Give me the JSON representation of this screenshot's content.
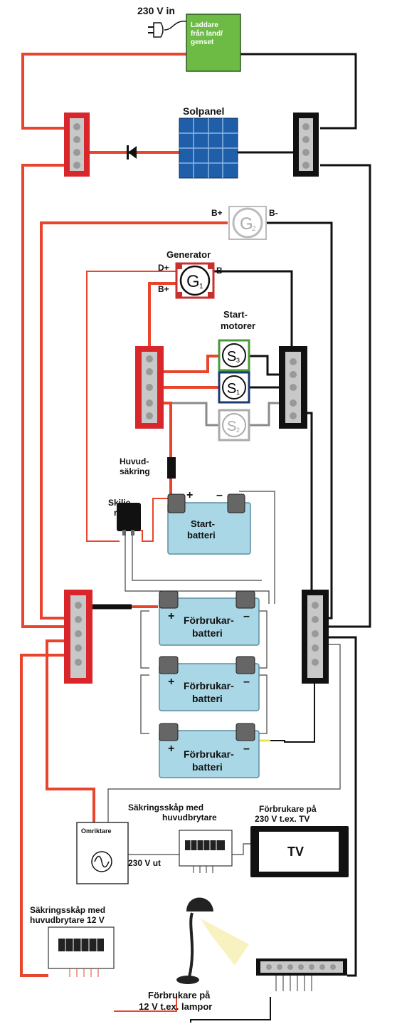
{
  "labels": {
    "power_in": "230 V in",
    "charger": [
      "Laddare",
      "från land/",
      "genset"
    ],
    "solar_panel": "Solpanel",
    "generator": "Generator",
    "g1": "G",
    "g1_sub": "1",
    "g2": "G",
    "g2_sub": "2",
    "d_plus": "D+",
    "b_plus": "B+",
    "b_minus": "B-",
    "g2_b_plus": "B+",
    "g2_b_minus": "B-",
    "start_motors": [
      "Start-",
      "motorer"
    ],
    "s3": "S",
    "s3_sub": "3",
    "s1": "S",
    "s1_sub": "1",
    "s2": "S",
    "s2_sub": "2",
    "main_fuse": [
      "Huvud-",
      "säkring"
    ],
    "isolator_relay": [
      "Skilje-",
      "relä"
    ],
    "plus": "+",
    "minus": "–",
    "start_battery": [
      "Start-",
      "batteri"
    ],
    "consumer_battery": [
      "Förbrukar-",
      "batteri"
    ],
    "inverter": "Omriktare",
    "ac_out": "230 V ut",
    "fuse_box_main": [
      "Säkringsskåp med",
      "huvudbrytare"
    ],
    "consumers_230": [
      "Förbrukare på",
      "230 V t.ex. TV"
    ],
    "tv": "TV",
    "fuse_box_12v": [
      "Säkringsskåp med",
      "huvudbrytare 12 V"
    ],
    "consumers_12": [
      "Förbrukare på",
      "12 V t.ex. lampor"
    ]
  },
  "colors": {
    "positive_wire": "#e8452c",
    "negative_wire": "#111111",
    "charger_fill": "#6dbb45",
    "battery_fill": "#a9d7e6",
    "solar_fill": "#1f5ea8",
    "busbar_red": "#d8262b",
    "busbar_black": "#111111",
    "s1_ring": "#1b3b6f",
    "s3_ring": "#4a9a3a",
    "s2_ring": "#aaaaaa"
  }
}
